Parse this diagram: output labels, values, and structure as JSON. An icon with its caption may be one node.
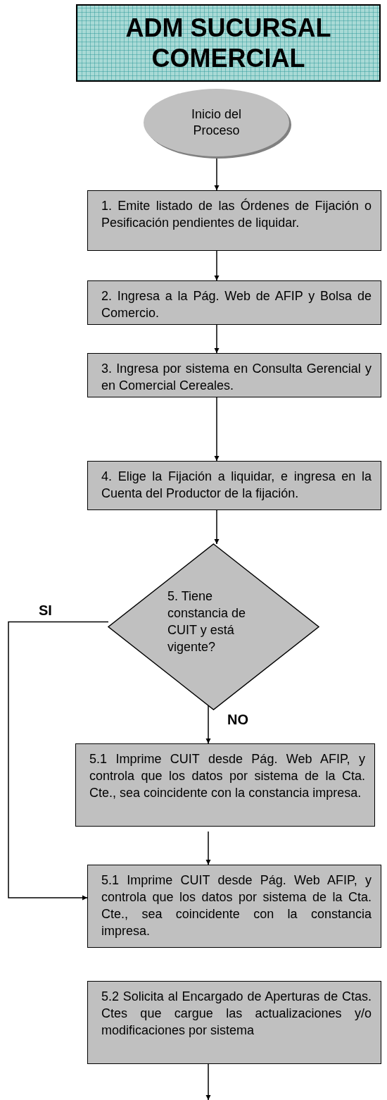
{
  "diagram": {
    "title": "ADM SUCURSAL COMERCIAL",
    "nodes": [
      {
        "text": [
          "Inicio del Proceso"
        ]
      },
      {
        "text": [
          "1. Emite listado de las Órdenes de Fijación o Pesificación pendientes de liquidar."
        ]
      },
      {
        "text": [
          "2. Ingresa a la Pág. Web de AFIP y Bolsa de Comercio."
        ]
      },
      {
        "text": [
          "3. Ingresa por sistema en Consulta Gerencial y en Comercial Cereales."
        ]
      },
      {
        "text": [
          "4. Elige la Fijación a liquidar, e ingresa en la Cuenta del Productor de la fijación."
        ]
      },
      {
        "text": [
          "5. Tiene constancia de CUIT y está vigente?"
        ]
      },
      {
        "text": [
          "5.1 Imprime CUIT desde Pág. Web AFIP, y controla que los datos por sistema de la Cta. Cte., sea coincidente con la constancia impresa."
        ]
      },
      {
        "text": [
          "5.1 Imprime CUIT desde Pág. Web AFIP, y controla que los datos por sistema de la Cta. Cte., sea coincidente con la constancia impresa."
        ]
      },
      {
        "text": [
          "5.2 Solicita al Encargado de Aperturas de Ctas. Ctes que cargue las actualizaciones y/o modificaciones por sistema"
        ]
      }
    ],
    "edges": [
      {
        "from": 0,
        "to": 1,
        "arrow": "to"
      },
      {
        "from": 1,
        "to": 2,
        "arrow": "to"
      },
      {
        "from": 2,
        "to": 3,
        "arrow": "to"
      },
      {
        "from": 3,
        "to": 4,
        "arrow": "to"
      },
      {
        "from": 4,
        "to": 5,
        "arrow": "to"
      },
      {
        "from": 5,
        "to": 6,
        "arrow": "to",
        "label": "NO"
      },
      {
        "from": 6,
        "to": 7,
        "arrow": "to"
      },
      {
        "from": 5,
        "to": 7,
        "arrow": "to",
        "label": "SI"
      },
      {
        "from": 8,
        "to": null,
        "arrow": "to"
      }
    ]
  }
}
